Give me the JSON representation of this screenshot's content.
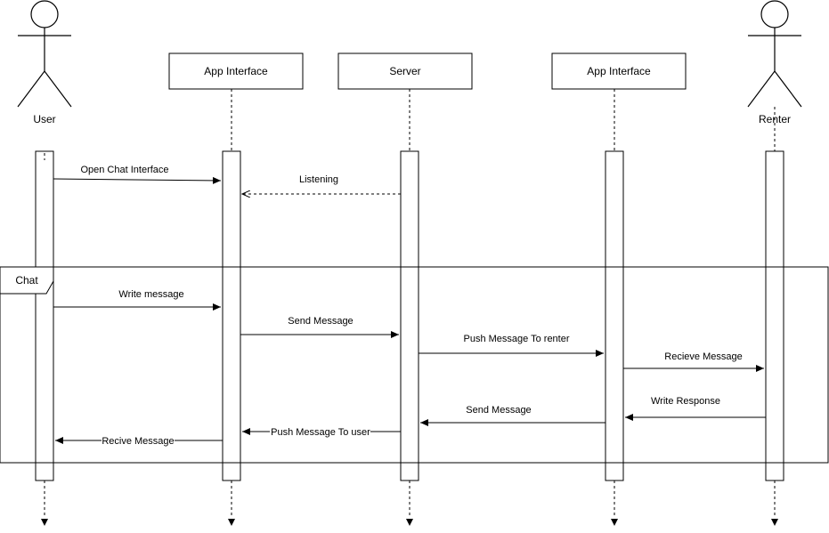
{
  "actors": {
    "user": "User",
    "renter": "Renter"
  },
  "participants": {
    "app_interface_left": "App Interface",
    "server": "Server",
    "app_interface_right": "App Interface"
  },
  "frame": {
    "label": "Chat"
  },
  "messages": {
    "open_chat": "Open Chat Interface",
    "listening": "Listening",
    "write_message": "Write message",
    "send_message_1": "Send Message",
    "push_to_renter": "Push Message To renter",
    "receive_message": "Recieve Message",
    "write_response": "Write Response",
    "send_message_2": "Send Message",
    "push_to_user": "Push Message To user",
    "recive_message": "Recive Message"
  }
}
